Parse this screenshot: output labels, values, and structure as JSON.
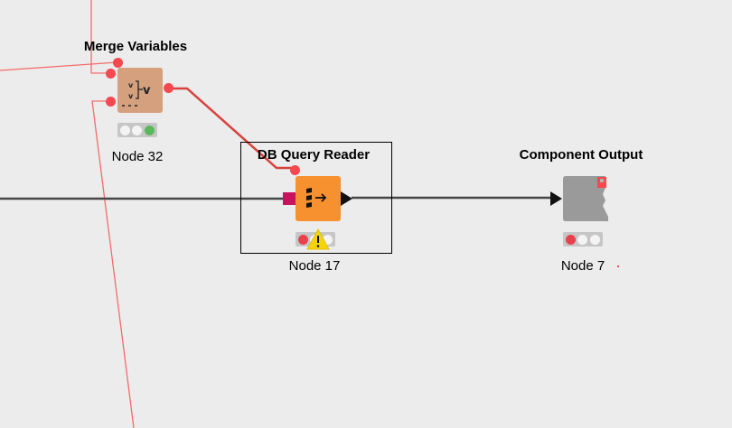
{
  "workflow": {
    "nodes": [
      {
        "id": "merge-variables",
        "title": "Merge Variables",
        "label": "Node 32",
        "color": "#d4a07e",
        "status": [
          "idle",
          "idle",
          "executed"
        ]
      },
      {
        "id": "db-query-reader",
        "title": "DB Query Reader",
        "label": "Node 17",
        "color": "#f7902e",
        "status": [
          "error",
          "idle",
          "idle"
        ],
        "warning": true,
        "selected": true
      },
      {
        "id": "component-output",
        "title": "Component Output",
        "label": "Node 7",
        "color": "#9a9a9a",
        "status": [
          "error",
          "idle",
          "idle"
        ]
      }
    ],
    "colors": {
      "background": "#ececec",
      "flow_variable_port": "#f5484f",
      "flow_variable_connection": "#d9413c",
      "data_connection": "#474747",
      "db_port": "#c8135e",
      "warning": "#f5d40c"
    }
  }
}
